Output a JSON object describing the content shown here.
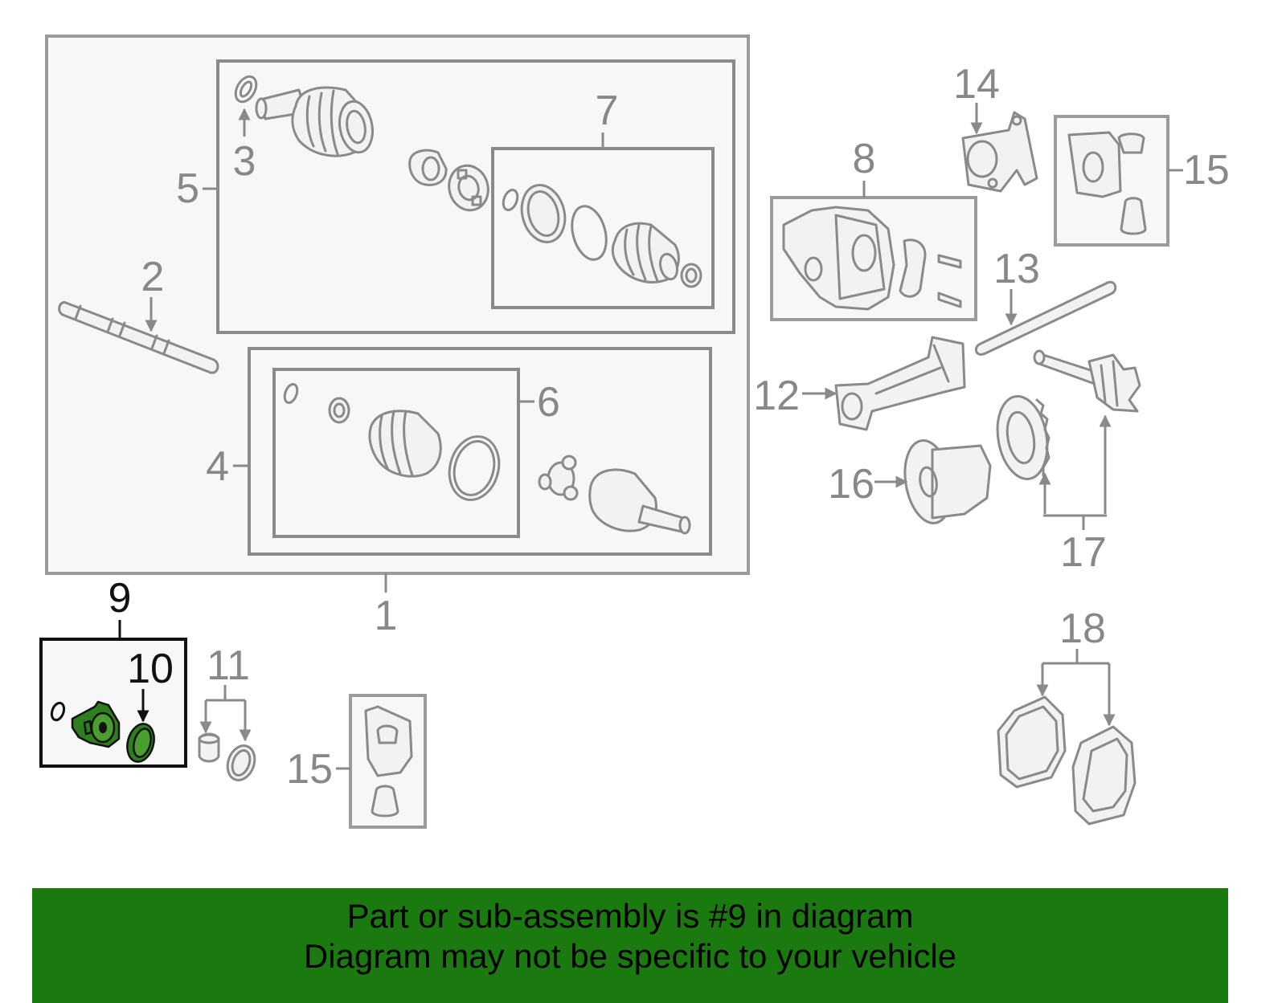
{
  "callouts": {
    "c1": "1",
    "c2": "2",
    "c3": "3",
    "c4": "4",
    "c5": "5",
    "c6": "6",
    "c7": "7",
    "c8": "8",
    "c9": "9",
    "c10": "10",
    "c11": "11",
    "c12": "12",
    "c13": "13",
    "c14": "14",
    "c15a": "15",
    "c15b": "15",
    "c16": "16",
    "c17": "17",
    "c18": "18"
  },
  "banner": {
    "line1": "Part or sub-assembly is #9 in diagram",
    "line2": "Diagram may not be specific to your vehicle"
  },
  "colors": {
    "highlight": "#2e7d1e",
    "banner": "#1a7a0f",
    "linework": "#8a8a8a"
  }
}
